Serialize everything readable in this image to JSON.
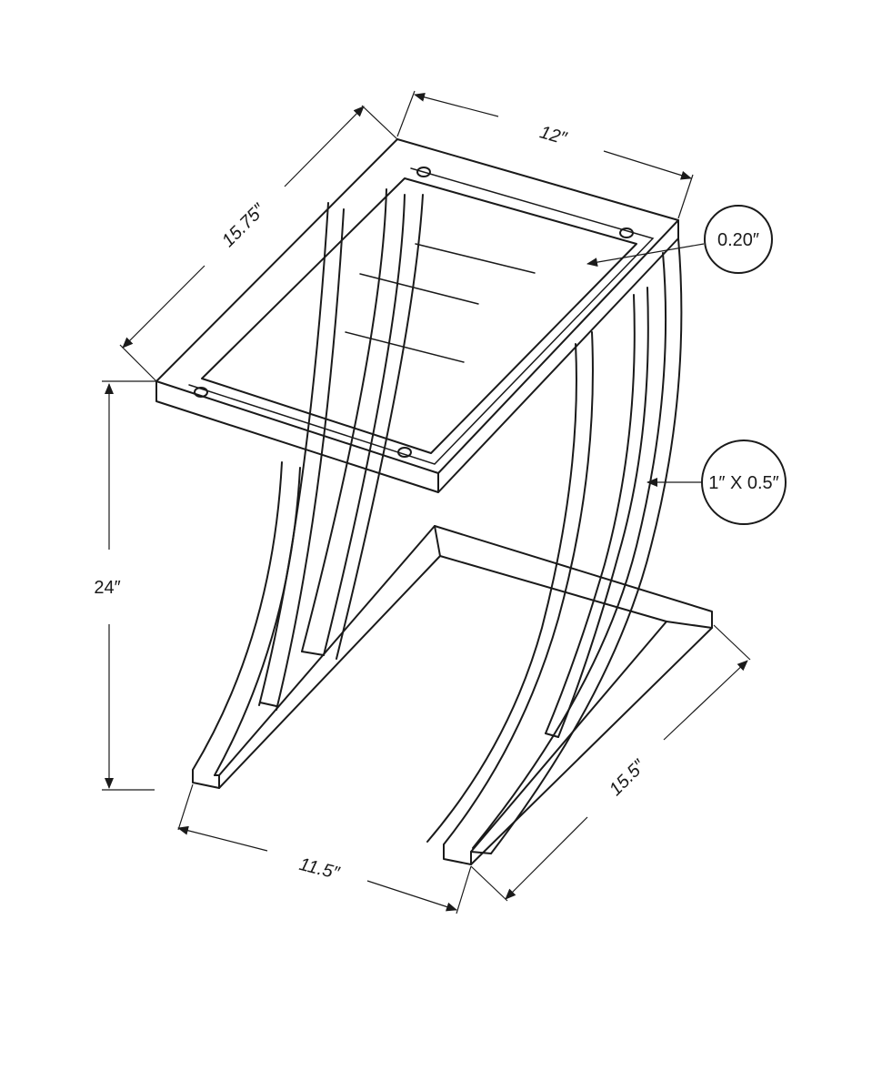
{
  "dimensions": {
    "top_width": "12″",
    "top_depth": "15.75″",
    "height": "24″",
    "base_width": "11.5″",
    "base_depth": "15.5″",
    "glass_thickness": "0.20″",
    "tube_size": "1″ X 0.5″"
  }
}
